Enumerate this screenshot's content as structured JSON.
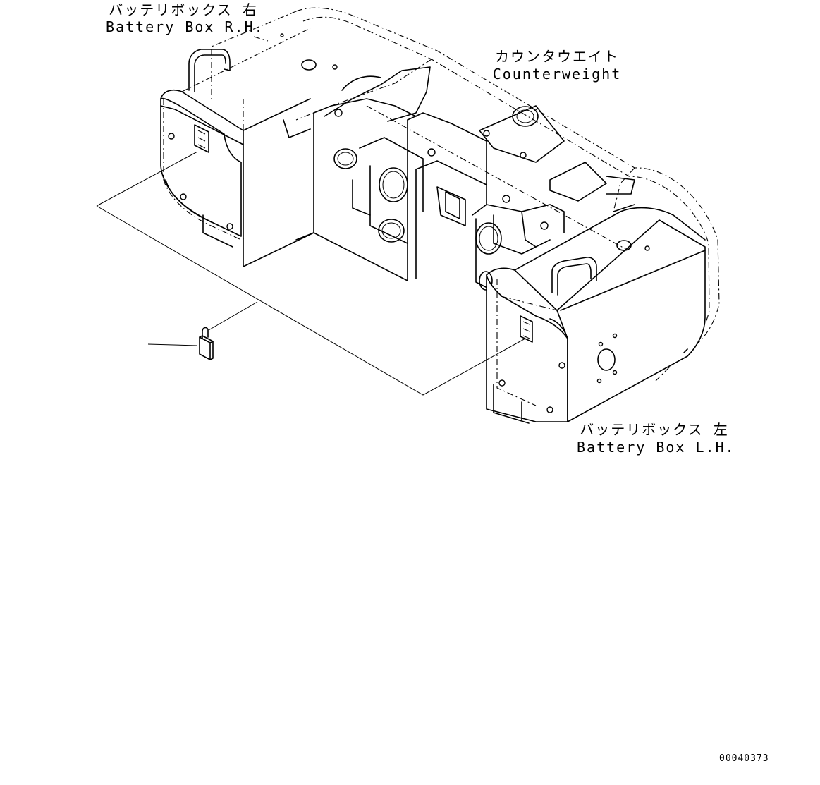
{
  "labels": {
    "battery_box_rh_jp": "バッテリボックス 右",
    "battery_box_rh_en": "Battery Box R.H.",
    "counterweight_jp": "カウンタウエイト",
    "counterweight_en": "Counterweight",
    "battery_box_lh_jp": "バッテリボックス 左",
    "battery_box_lh_en": "Battery Box L.H."
  },
  "drawing_code": "00040373",
  "icons": {
    "lock": "padlock-icon"
  }
}
